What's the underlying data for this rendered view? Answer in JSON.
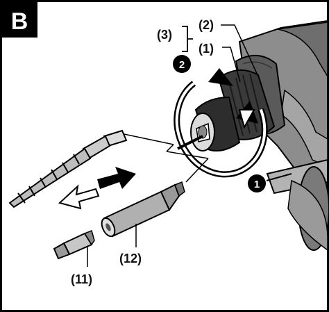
{
  "figure": {
    "letter": "B"
  },
  "labels": {
    "group": "(3)",
    "sleeve_front": "(2)",
    "sleeve_rear": "(1)",
    "bit_holder": "(12)",
    "screwdriver_bit": "(11)"
  },
  "steps": {
    "first": "1",
    "second": "2"
  },
  "icons": {
    "rotate": "rotate-arrow-icon",
    "insert": "insert-arrow-icon",
    "remove": "remove-arrow-icon"
  }
}
